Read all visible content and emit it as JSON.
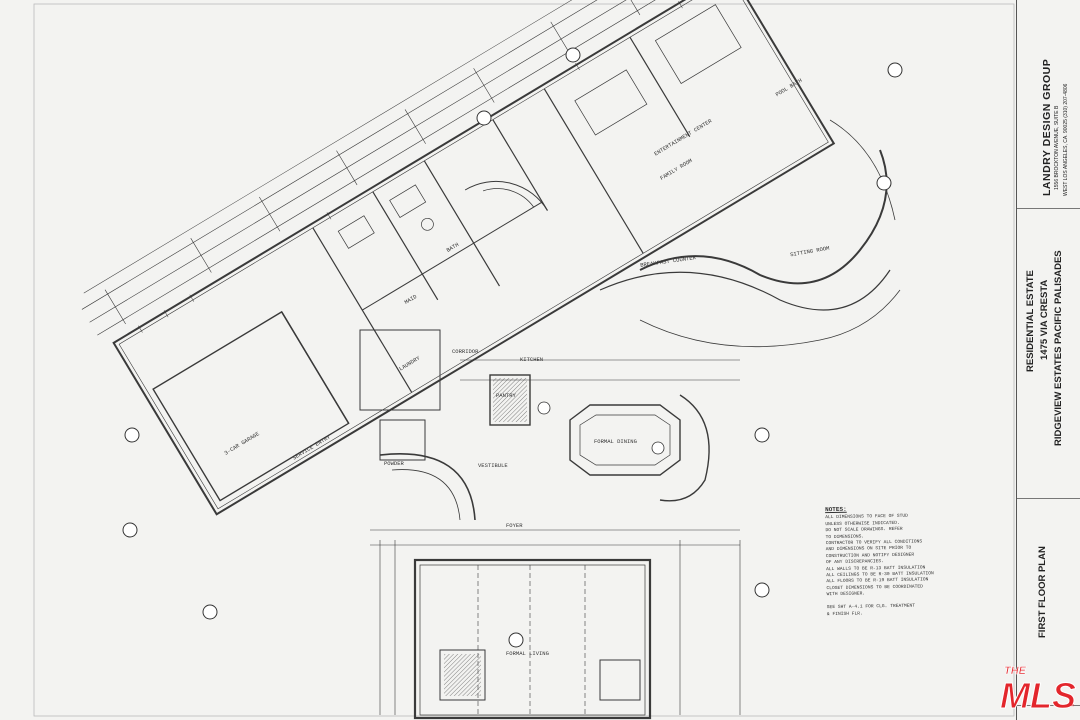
{
  "title_block": {
    "firm_name": "LANDRY DESIGN GROUP",
    "firm_address_1": "1556 BROCKTON AVENUE, SUITE B",
    "firm_address_2": "WEST LOS ANGELES, CA. 90025 (310) 207-4806",
    "project_1": "RESIDENTIAL ESTATE",
    "project_2": "1475 VIA CRESTA",
    "project_3": "RIDGEVIEW ESTATES   PACIFIC PALISADES",
    "sheet_title": "FIRST FLOOR PLAN"
  },
  "rooms": {
    "garage": "3-CAR GARAGE",
    "family_room": "FAMILY ROOM",
    "sitting_room": "SITTING ROOM",
    "breakfast": "BREAKFAST COUNTER",
    "kitchen": "KITCHEN",
    "formal_dining": "FORMAL DINING",
    "formal_living": "FORMAL LIVING",
    "laundry": "LAUNDRY",
    "pantry": "PANTRY",
    "foyer": "FOYER",
    "powder": "POWDER",
    "pool_bath": "POOL BATH",
    "entertainment": "ENTERTAINMENT CENTER",
    "maid": "MAID",
    "bath": "BATH",
    "corridor": "CORRIDOR",
    "service_entry": "SERVICE ENTRY",
    "vestibule": "VESTIBULE"
  },
  "notes": {
    "heading": "NOTES:",
    "lines": [
      "ALL DIMENSIONS TO FACE OF STUD",
      "UNLESS OTHERWISE INDICATED.",
      "DO NOT SCALE DRAWINGS. REFER",
      "TO DIMENSIONS.",
      "CONTRACTOR TO VERIFY ALL CONDITIONS",
      "AND DIMENSIONS ON SITE PRIOR TO",
      "CONSTRUCTION AND NOTIFY DESIGNER",
      "OF ANY DISCREPANCIES.",
      "ALL WALLS TO BE R-13 BATT INSULATION",
      "ALL CEILINGS TO BE R-30 BATT INSULATION",
      "ALL FLOORS TO BE R-19 BATT INSULATION",
      "CLOSET DIMENSIONS TO BE COORDINATED",
      "WITH DESIGNER.",
      "",
      "SEE SHT A-4.1 FOR CLG. TREATMENT",
      "& FINISH FLR."
    ]
  },
  "logo": {
    "top": "THE",
    "main": "MLS",
    "mark": "™"
  },
  "colors": {
    "paper": "#f3f3f1",
    "line": "#3a3a3a",
    "logo_red": "#e3262c"
  }
}
